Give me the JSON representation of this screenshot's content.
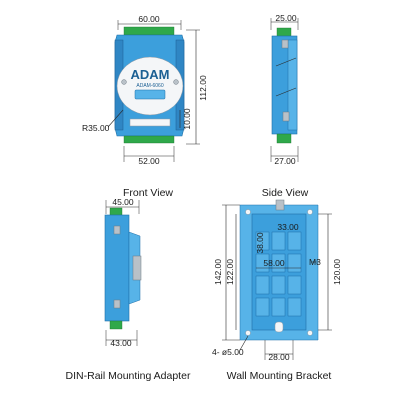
{
  "captions": {
    "front_view": "Front View",
    "side_view": "Side View",
    "din_rail": "DIN-Rail Mounting Adapter",
    "wall_bracket": "Wall Mounting Bracket"
  },
  "front": {
    "brand": "ADAM",
    "model": "ADAM-6060",
    "dims": {
      "top": "60.00",
      "bottom": "52.00",
      "height": "112.00",
      "inner": "10.00",
      "radius": "R35.00"
    }
  },
  "side": {
    "dims": {
      "top": "25.00",
      "bottom": "27.00"
    }
  },
  "din": {
    "dims": {
      "top": "45.00",
      "bottom": "43.00"
    }
  },
  "wall": {
    "dims": {
      "outer_height": "142.00",
      "inner_height": "122.00",
      "right_height": "120.00",
      "screw": "M3",
      "holes": "4- ø5.00",
      "bottom": "28.00",
      "inner_width": "58.00",
      "inner_small": "33.00",
      "inner_vertical": "38.00"
    }
  },
  "colors": {
    "housing": "#3c9fdc",
    "terminal": "#2fa84a",
    "label": "#f4f6f8"
  }
}
